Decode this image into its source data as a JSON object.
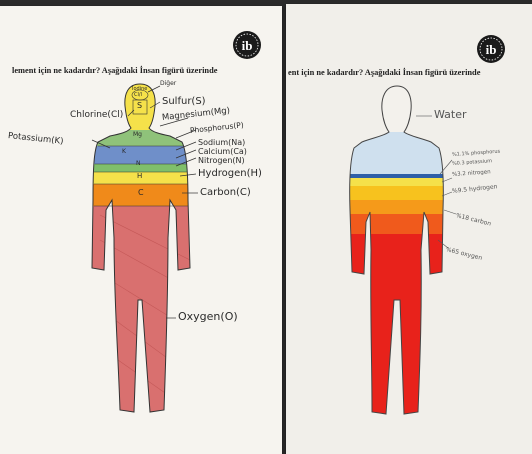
{
  "sheet_left": {
    "instruction": "lement için ne kadardır? Aşağıdaki İnsan figürü üzerinde",
    "logo_text": "ib",
    "labels": {
      "others": "Diğer",
      "iodine": "Iodine",
      "chlorine_region": "Cl/l",
      "chlorine": "Chlorine(Cl)",
      "sulfur_region": "S",
      "sulfur": "Sulfur(S)",
      "magnesium": "Magnesium(Mg)",
      "phosphorus": "Phosphorus(P)",
      "sodium": "Sodium(Na)",
      "potassium": "Potassium(K)",
      "calcium": "Calcium(Ca)",
      "nitrogen": "Nitrogen(N)",
      "hydrogen": "Hydrogen(H)",
      "carbon": "Carbon(C)",
      "oxygen": "Oxygen(O)",
      "band_k": "K",
      "band_n": "N",
      "band_h": "H",
      "band_c": "C",
      "band_mg": "Mg"
    }
  },
  "sheet_right": {
    "instruction": "ent için ne kadardır? Aşağıdaki İnsan figürü üzerinde",
    "logo_text": "ib",
    "labels": {
      "water": "Water",
      "phosphorus_note": "%1.1% phosphorus",
      "potassium_note": "%0.3 potassium",
      "nitrogen_note": "%3.2 nitrogen",
      "hydrogen_note": "%9.5 hydrogen",
      "carbon_note": "%18 carbon",
      "oxygen_note": "%65 oxygen"
    }
  },
  "colors": {
    "paper": "#f6f4ef",
    "yellow": "#f5e14a",
    "green": "#8fc27a",
    "blue": "#6f8fc9",
    "orange": "#f08a1a",
    "red_pencil": "#d9706f",
    "red_marker": "#e8221b",
    "water_blue": "#cfe0ee"
  }
}
